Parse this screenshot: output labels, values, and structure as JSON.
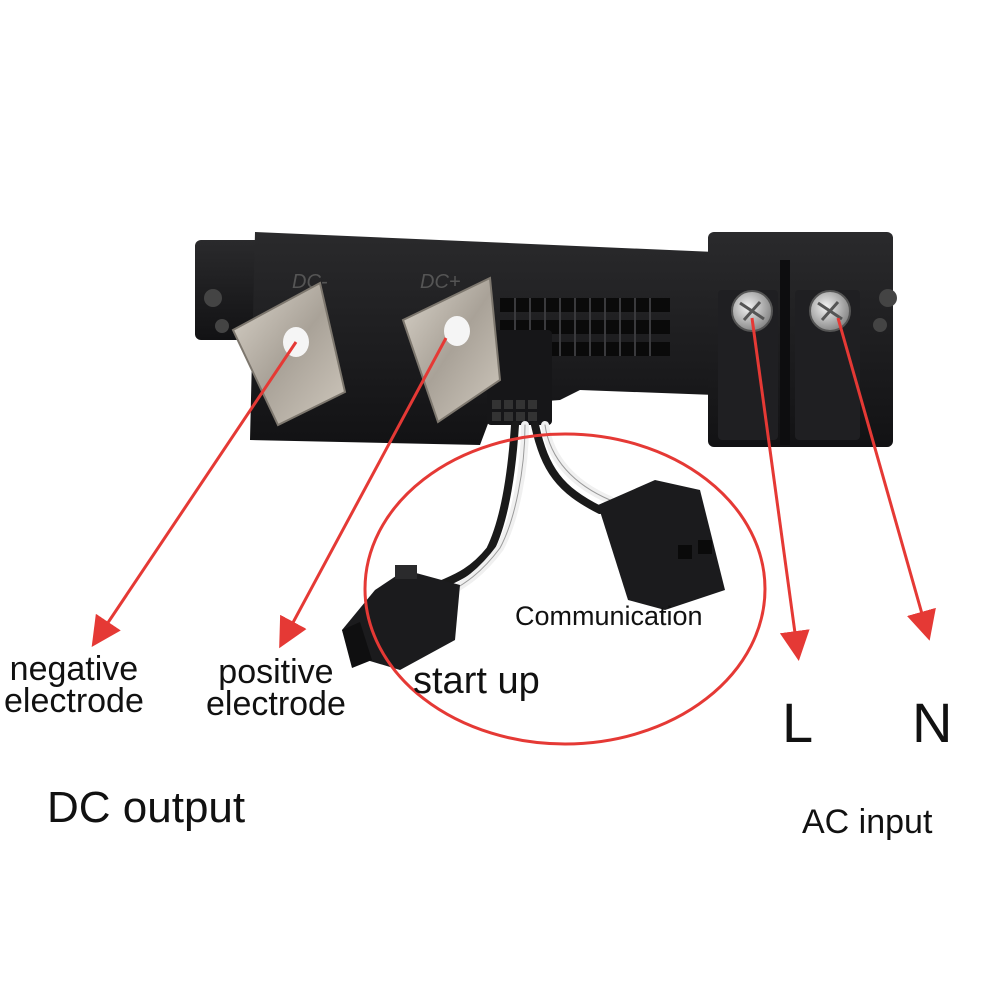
{
  "labels": {
    "negative_line1": "negative",
    "negative_line2": "electrode",
    "positive_line1": "positive",
    "positive_line2": "electrode",
    "start_up": "start up",
    "communication": "Communication",
    "L": "L",
    "N": "N",
    "dc_output": "DC output",
    "ac_input": "AC input"
  },
  "plate_markings": {
    "dc_minus": "DC-",
    "dc_plus": "DC+"
  },
  "colors": {
    "arrow": "#e53935",
    "connector_body": "#1c1c1e",
    "metal_tab": "#b9b2a8",
    "text": "#111111"
  }
}
